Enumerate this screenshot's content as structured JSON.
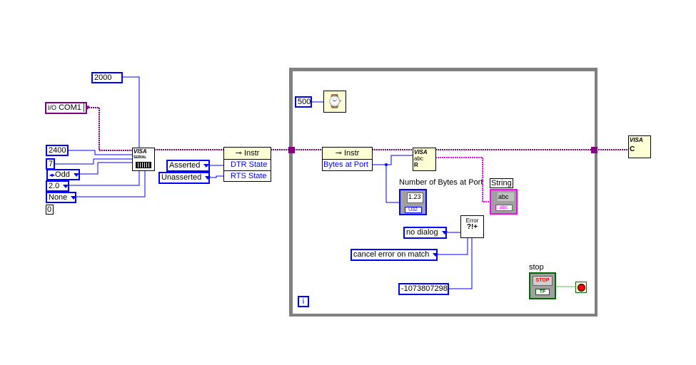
{
  "constants": {
    "timeout": "2000",
    "resource": "COM1",
    "baud_rate": "2400",
    "data_bits": "7",
    "parity": "Odd",
    "stop_bits": "2.0",
    "flow_control": "None",
    "zero": "0",
    "dtr_value": "Asserted",
    "rts_value": "Unasserted",
    "wait_ms": "500",
    "dialog_mode": "no dialog",
    "error_mode": "cancel error on match",
    "error_code": "-1073807298"
  },
  "nodes": {
    "serial_config": {
      "line1": "VISA",
      "line2": "SERIAL"
    },
    "property_node_1": {
      "class": "Instr",
      "rows": [
        "DTR State",
        "RTS State"
      ]
    },
    "property_node_2": {
      "class": "Instr",
      "rows": [
        "Bytes at Port"
      ]
    },
    "visa_read": {
      "line1": "VISA",
      "line2": "abc",
      "line3": "R"
    },
    "error_handler": {
      "line1": "Error",
      "line2": "?!+"
    },
    "visa_close": {
      "line1": "VISA",
      "line2": "C"
    }
  },
  "indicators": {
    "bytes_label": "Number of Bytes at Port",
    "bytes_display": "1.23",
    "bytes_type": "U32",
    "string_label": "String",
    "string_display": "abc",
    "string_type": "abc",
    "stop_label": "stop",
    "stop_button": "STOP",
    "stop_type": "TF"
  },
  "loop": {
    "iteration": "i"
  },
  "colors": {
    "numeric": "#0000ff",
    "visa": "#800080",
    "string": "#ff00ff",
    "boolean": "#006600",
    "loop": "#808080"
  }
}
